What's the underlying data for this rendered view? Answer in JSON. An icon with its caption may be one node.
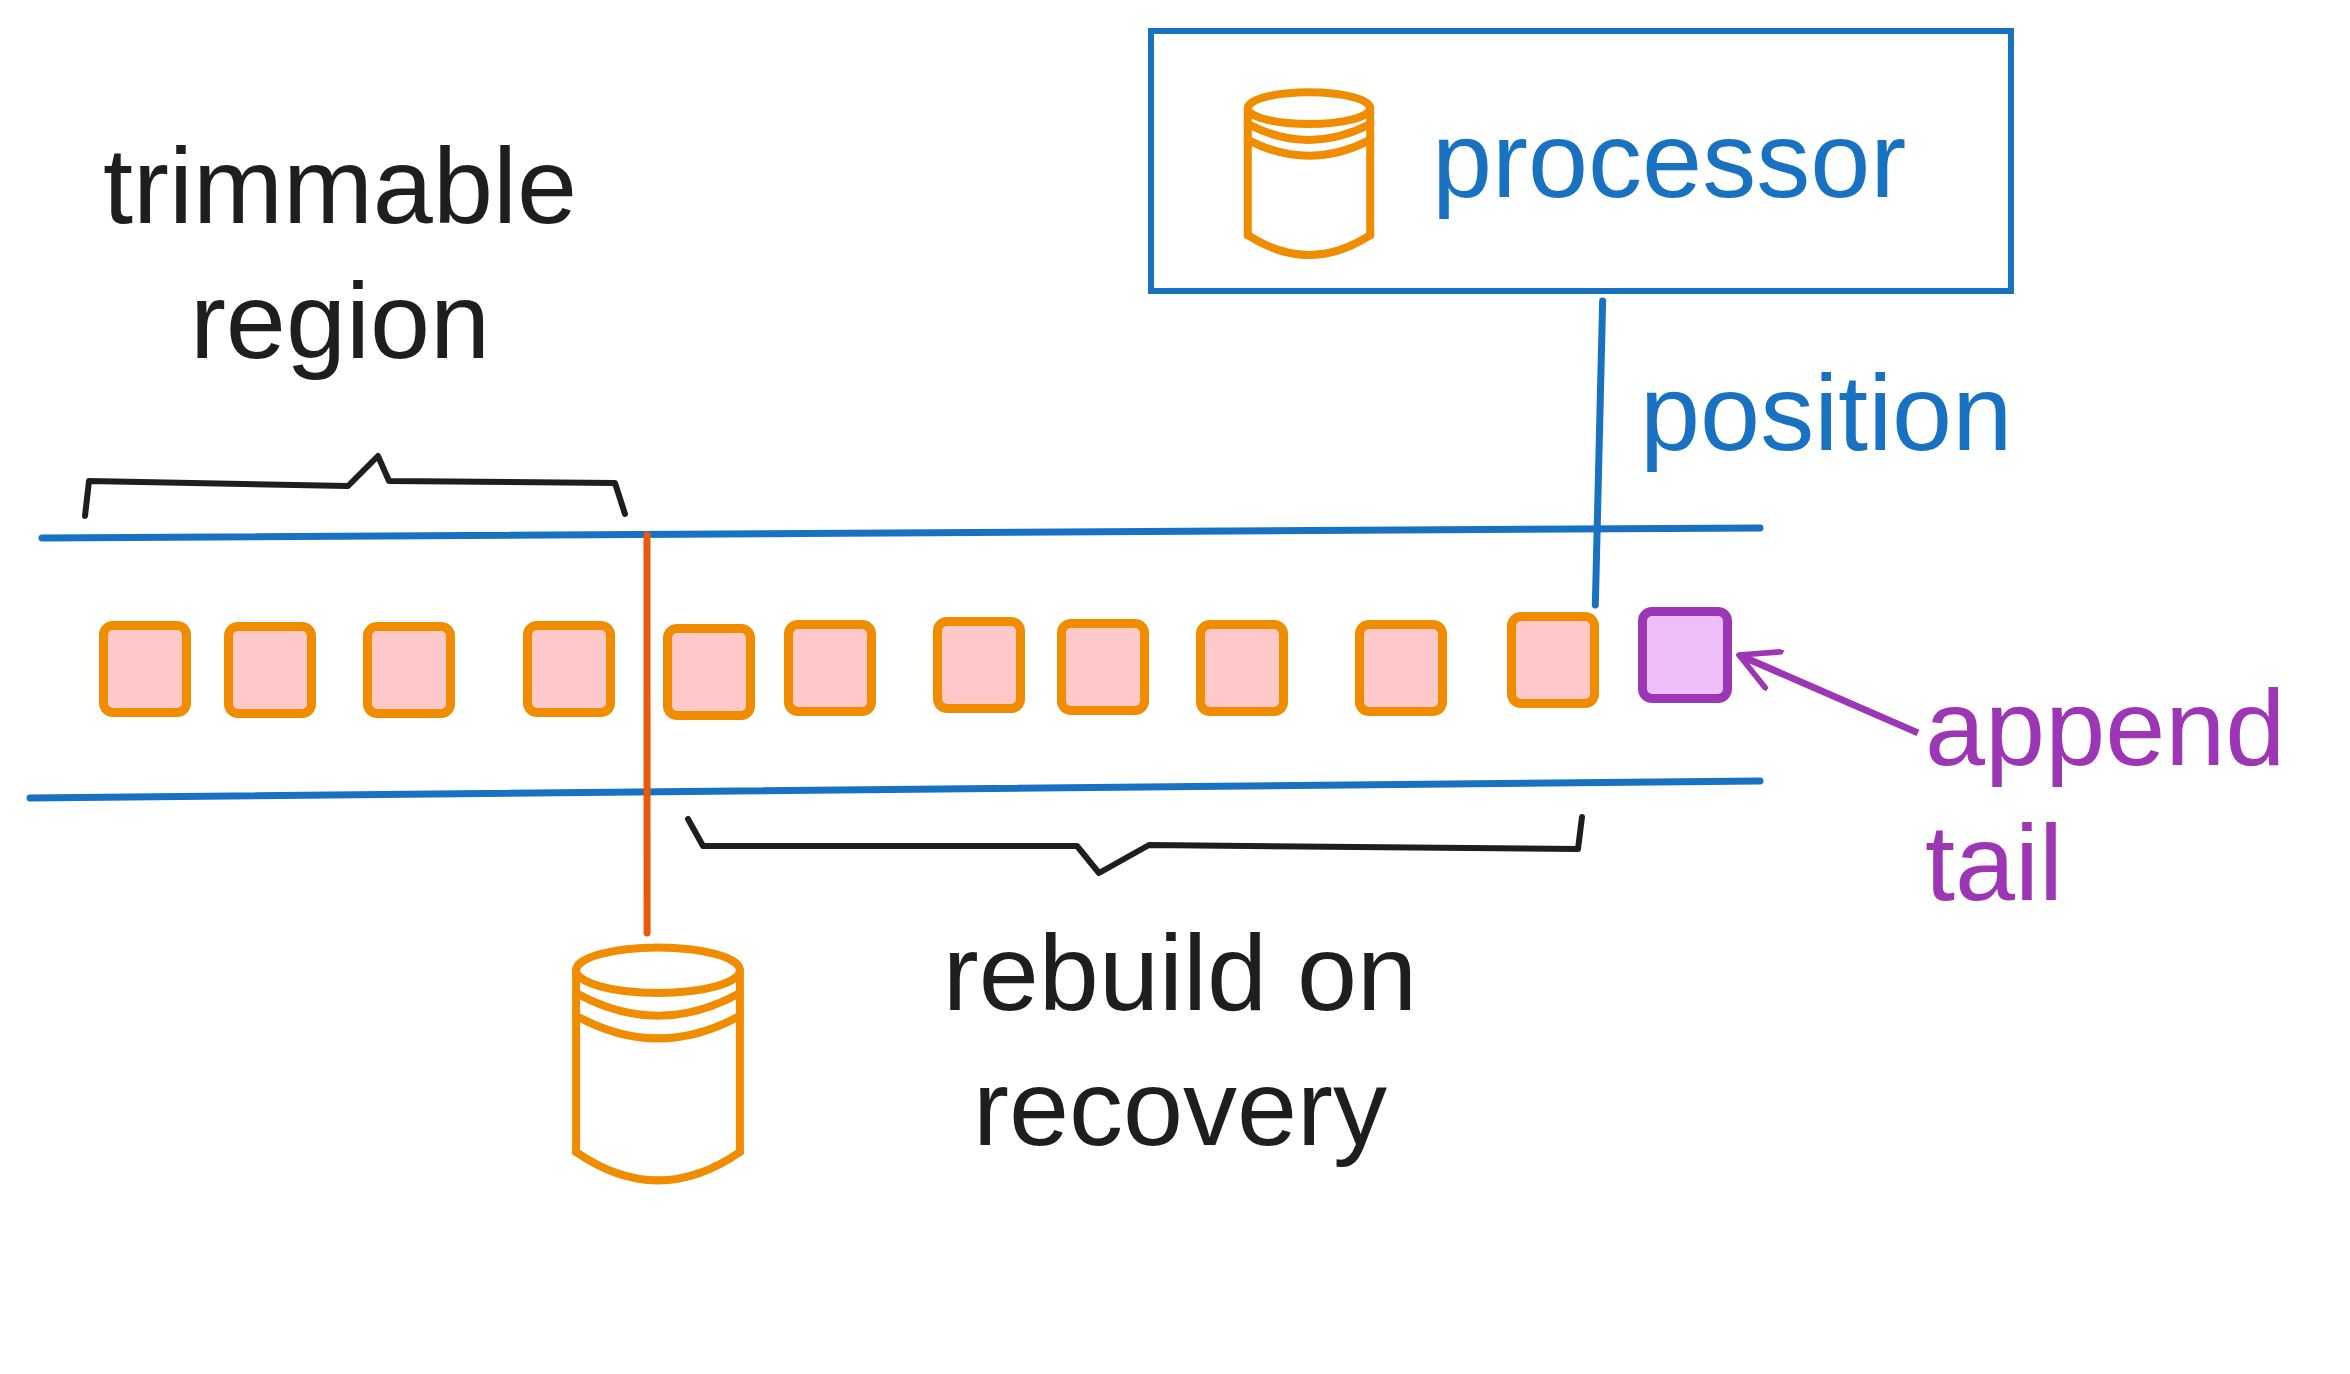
{
  "diagram": {
    "nodes": [
      {
        "text": [
          "processor"
        ]
      },
      {
        "text": [],
        "shape": "cylinder",
        "in": 0
      },
      {
        "text": [],
        "shape": "box"
      },
      {
        "text": [],
        "shape": "box"
      },
      {
        "text": [],
        "shape": "box"
      },
      {
        "text": [],
        "shape": "box"
      },
      {
        "text": [],
        "shape": "box"
      },
      {
        "text": [],
        "shape": "box"
      },
      {
        "text": [],
        "shape": "box"
      },
      {
        "text": [],
        "shape": "box"
      },
      {
        "text": [],
        "shape": "box"
      },
      {
        "text": [],
        "shape": "box"
      },
      {
        "text": [],
        "shape": "box"
      },
      {
        "text": [],
        "shape": "box"
      },
      {
        "text": [],
        "shape": "cylinder"
      },
      {
        "text": [
          "append tail"
        ]
      }
    ],
    "edges": [
      {
        "from": 0,
        "to": 12,
        "arrow": "none",
        "label": "position",
        "color": "#1971c2"
      },
      {
        "from": 14,
        "to": null,
        "arrow": "none",
        "color": "#e8590c"
      },
      {
        "from": 15,
        "to": 13,
        "arrow": "to",
        "color": "#9c36b5"
      }
    ],
    "labels": [
      "trimmable region",
      "rebuild on recovery"
    ]
  }
}
